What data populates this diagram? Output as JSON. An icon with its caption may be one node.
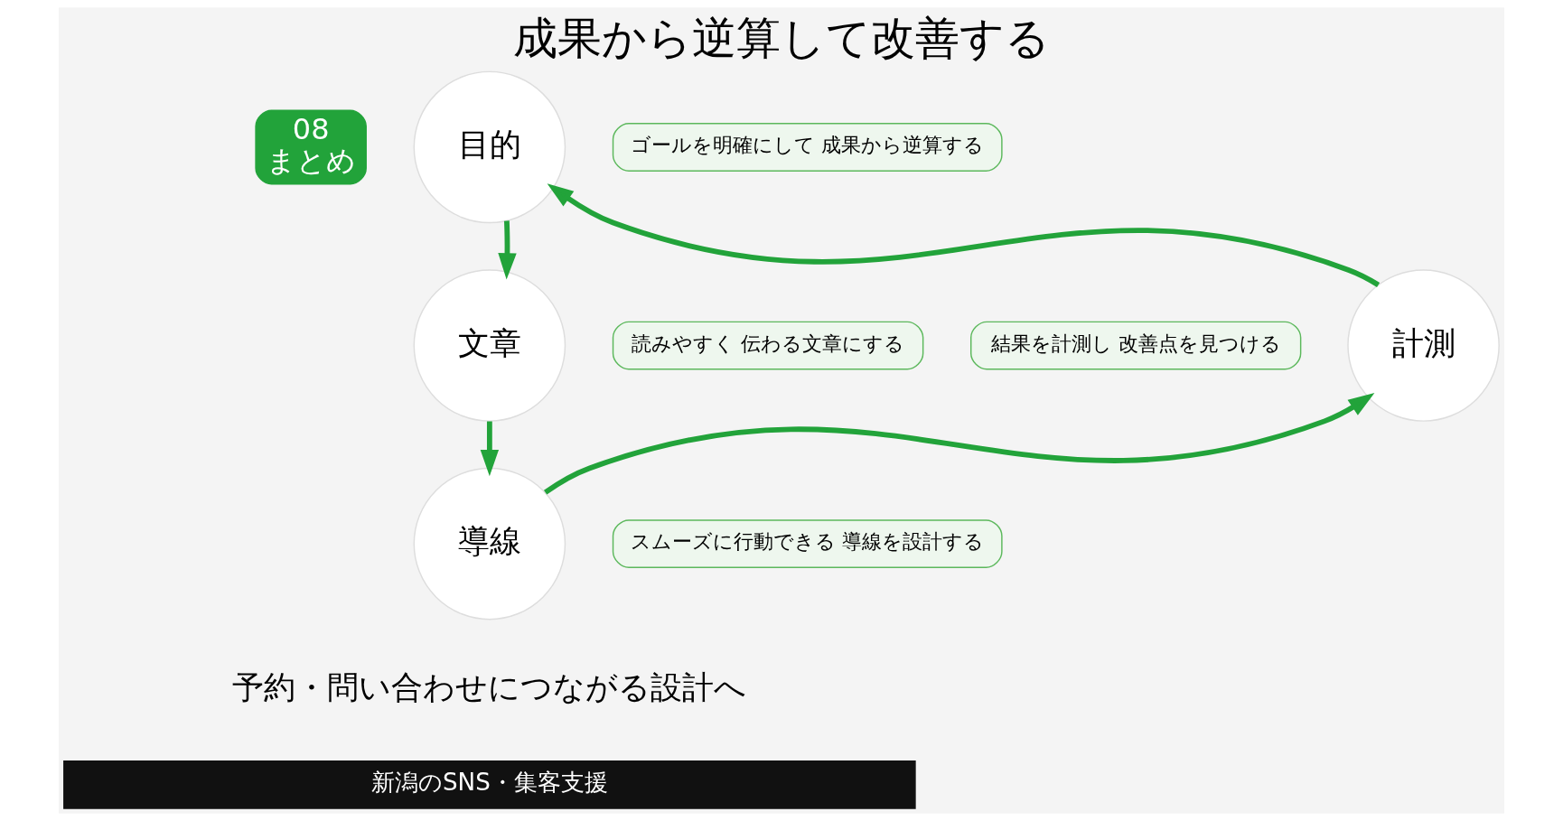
{
  "diagram": {
    "title": "成果から逆算して改善する",
    "nodes": [
      {
        "text": [
          "08",
          "まとめ"
        ]
      },
      {
        "text": [
          "目的"
        ]
      },
      {
        "text": [
          "ゴールを明確にして 成果から逆算する"
        ]
      },
      {
        "text": [
          "文章"
        ]
      },
      {
        "text": [
          "読みやすく 伝わる文章にする"
        ]
      },
      {
        "text": [
          "導線"
        ]
      },
      {
        "text": [
          "スムーズに行動できる 導線を設計する"
        ]
      },
      {
        "text": [
          "計測"
        ]
      },
      {
        "text": [
          "結果を計測し 改善点を見つける"
        ]
      },
      {
        "text": [
          "新潟のSNS・集客支援"
        ]
      }
    ],
    "edges": [
      {
        "from": 1,
        "to": 3,
        "arrow": "to"
      },
      {
        "from": 3,
        "to": 5,
        "arrow": "to"
      },
      {
        "from": 5,
        "to": 7,
        "arrow": "to"
      },
      {
        "from": 7,
        "to": 1,
        "arrow": "to"
      }
    ],
    "labels": [
      "予約・問い合わせにつながる設計へ"
    ]
  }
}
